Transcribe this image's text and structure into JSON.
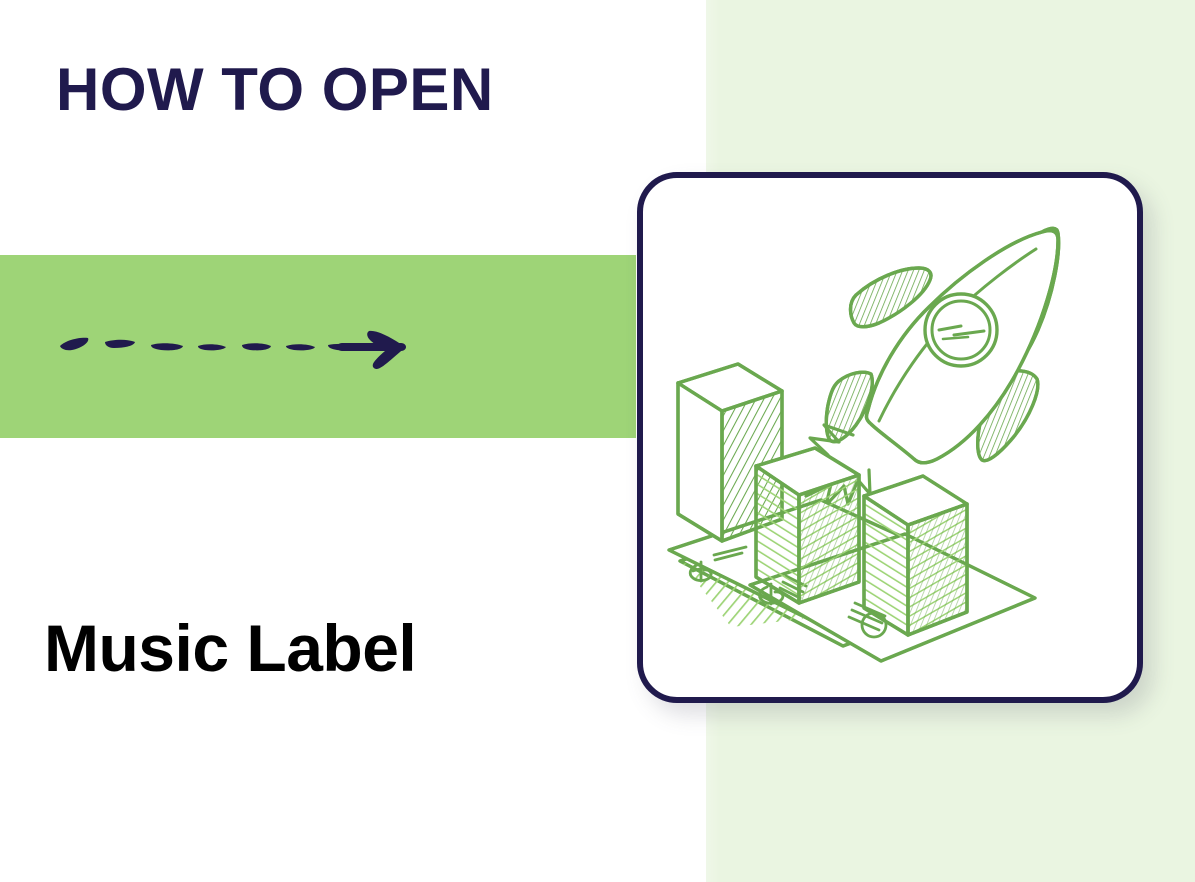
{
  "slide": {
    "headline": "HOW TO OPEN",
    "subtitle": "Music Label"
  },
  "colors": {
    "navy": "#201a4d",
    "band_green": "#9ed477",
    "panel_green": "#eaf5e1",
    "illustration_stroke": "#6aa84f",
    "illustration_fill": "#9ed477",
    "text_black": "#000000",
    "card_background": "#ffffff"
  },
  "arrow": {
    "name": "dashed-arrow-right",
    "dash_count": 8,
    "direction": "right"
  },
  "illustration": {
    "name": "rocket-growth-chart-illustration",
    "style": "hand-drawn-sketch",
    "elements": [
      "rocket",
      "rocket-porthole-window",
      "rocket-nose-cone",
      "rocket-fin-left",
      "rocket-fin-right",
      "exhaust-flame",
      "bar-chart-column-1",
      "bar-chart-column-2",
      "bar-chart-column-3",
      "banknote-front",
      "banknote-back"
    ],
    "bar_chart": {
      "bars": 3,
      "filled": [
        false,
        true,
        true
      ]
    }
  }
}
